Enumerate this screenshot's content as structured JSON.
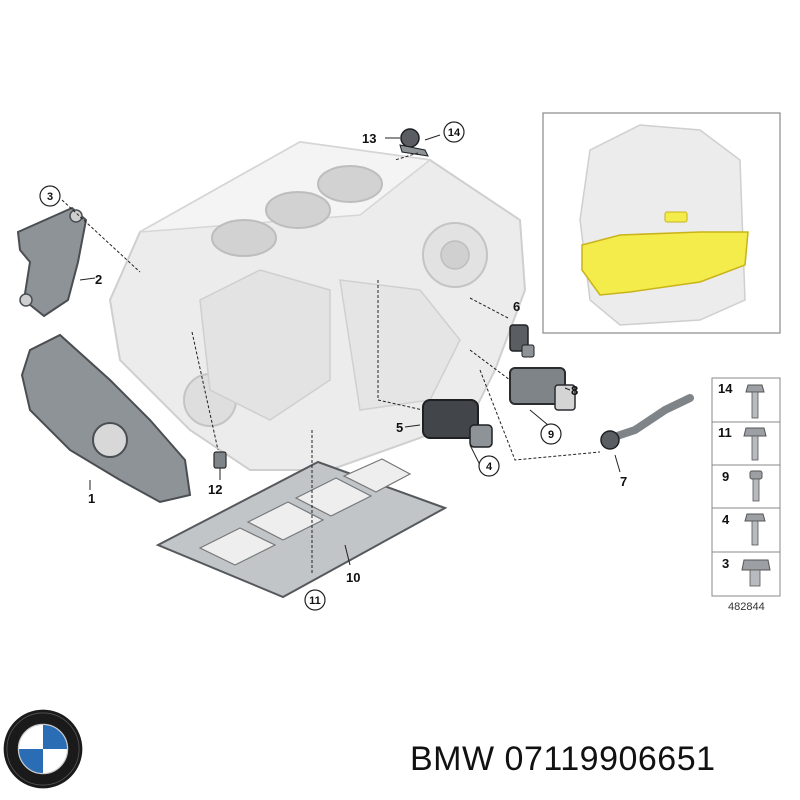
{
  "diagram": {
    "callouts": [
      {
        "id": "c1",
        "num": "1",
        "circled": false
      },
      {
        "id": "c2",
        "num": "2",
        "circled": false
      },
      {
        "id": "c3",
        "num": "3",
        "circled": true
      },
      {
        "id": "c4",
        "num": "4",
        "circled": true
      },
      {
        "id": "c5",
        "num": "5",
        "circled": false
      },
      {
        "id": "c6",
        "num": "6",
        "circled": false
      },
      {
        "id": "c7",
        "num": "7",
        "circled": false
      },
      {
        "id": "c8",
        "num": "8",
        "circled": false
      },
      {
        "id": "c9",
        "num": "9",
        "circled": true
      },
      {
        "id": "c10",
        "num": "10",
        "circled": false
      },
      {
        "id": "c11",
        "num": "11",
        "circled": true
      },
      {
        "id": "c12",
        "num": "12",
        "circled": false
      },
      {
        "id": "c13",
        "num": "13",
        "circled": false
      },
      {
        "id": "c14",
        "num": "14",
        "circled": true
      }
    ],
    "legend": [
      "14",
      "11",
      "9",
      "4",
      "3"
    ],
    "reference_code": "482844"
  },
  "caption": {
    "brand": "BMW",
    "part_number": "07119906651"
  },
  "colors": {
    "engine_block": "#e8e8e8",
    "cover_dark": "#8a8f93",
    "gasket": "#b9bcc0",
    "highlight_yellow": "#f3ec4a",
    "bmw_blue": "#2a6db5"
  }
}
